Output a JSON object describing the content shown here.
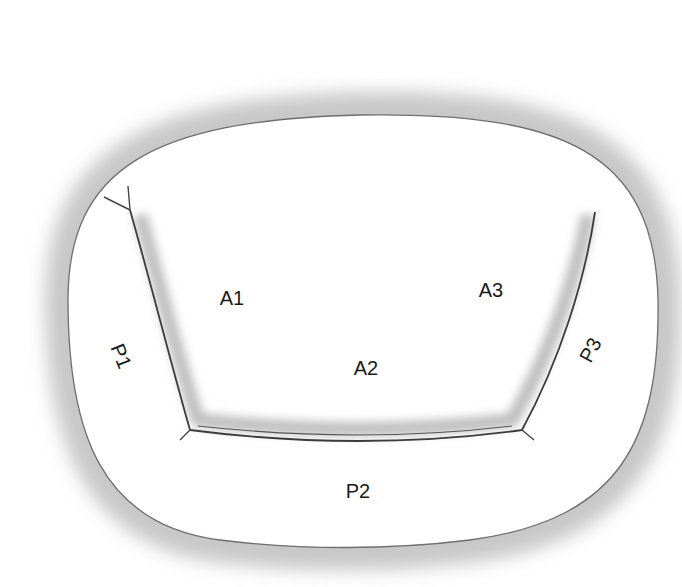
{
  "diagram": {
    "labels": [
      "A1",
      "A3",
      "P1",
      "A2",
      "P3",
      "P2"
    ]
  }
}
